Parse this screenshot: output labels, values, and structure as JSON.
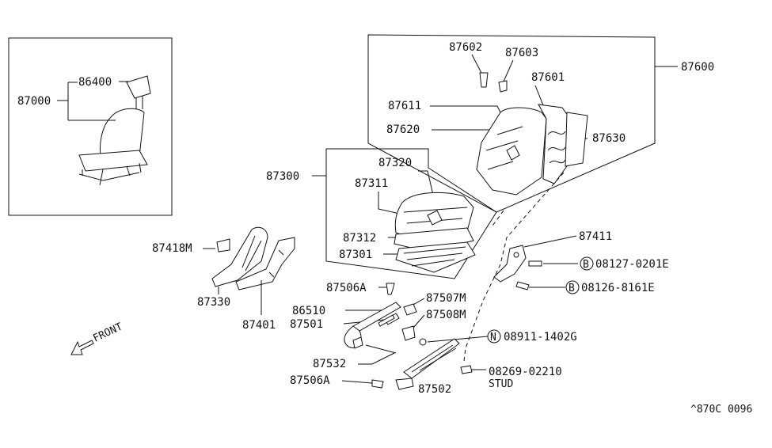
{
  "labels": {
    "l87000": "87000",
    "l86400": "86400",
    "l87602": "87602",
    "l87603": "87603",
    "l87600": "87600",
    "l87601": "87601",
    "l87611": "87611",
    "l87620": "87620",
    "l87630": "87630",
    "l87300": "87300",
    "l87320": "87320",
    "l87311": "87311",
    "l87312": "87312",
    "l87301": "87301",
    "l87418M": "87418M",
    "l87330": "87330",
    "l87401": "87401",
    "l87411": "87411",
    "l08127": "08127-0201E",
    "l08126": "08126-8161E",
    "l87506A_top": "87506A",
    "l86510": "86510",
    "l87501": "87501",
    "l87507M": "87507M",
    "l87508M": "87508M",
    "l08911": "08911-1402G",
    "l87532": "87532",
    "l87506A_bot": "87506A",
    "l87502": "87502",
    "l08269": "08269-02210",
    "stud": "STUD",
    "front": "FRONT",
    "code": "^870C 0096"
  },
  "markers": {
    "b1": "B",
    "b2": "B",
    "n1": "N"
  }
}
